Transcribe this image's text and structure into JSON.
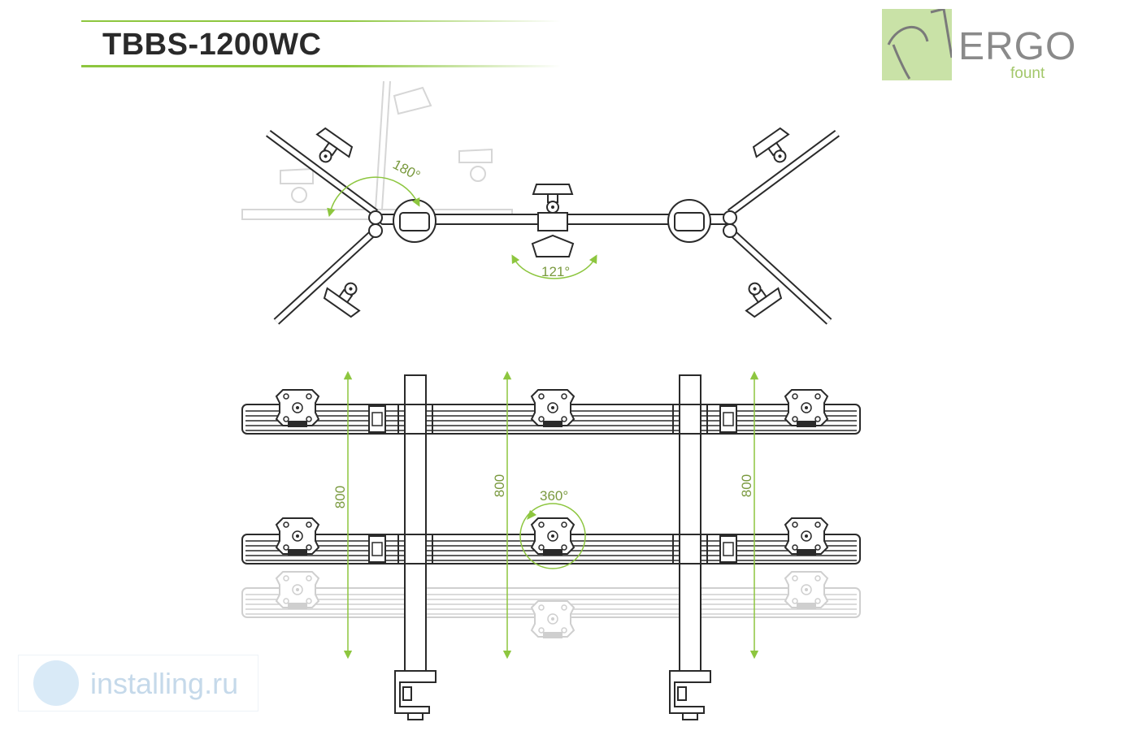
{
  "title": "TBBS-1200WC",
  "logo": {
    "word": "ERGO",
    "sub": "fount",
    "icon": "ergo-curve-logo"
  },
  "angles": {
    "tilt": "180°",
    "pan": "121°",
    "rotate": "360°"
  },
  "dimensions": {
    "height_left": "800",
    "height_center": "800",
    "height_right": "800"
  },
  "watermark": {
    "text": "installing.ru",
    "icon": "installing-logo"
  },
  "colors": {
    "accent": "#8dc63f",
    "line": "#2a2a2a",
    "ghost": "#d9d9d9"
  }
}
